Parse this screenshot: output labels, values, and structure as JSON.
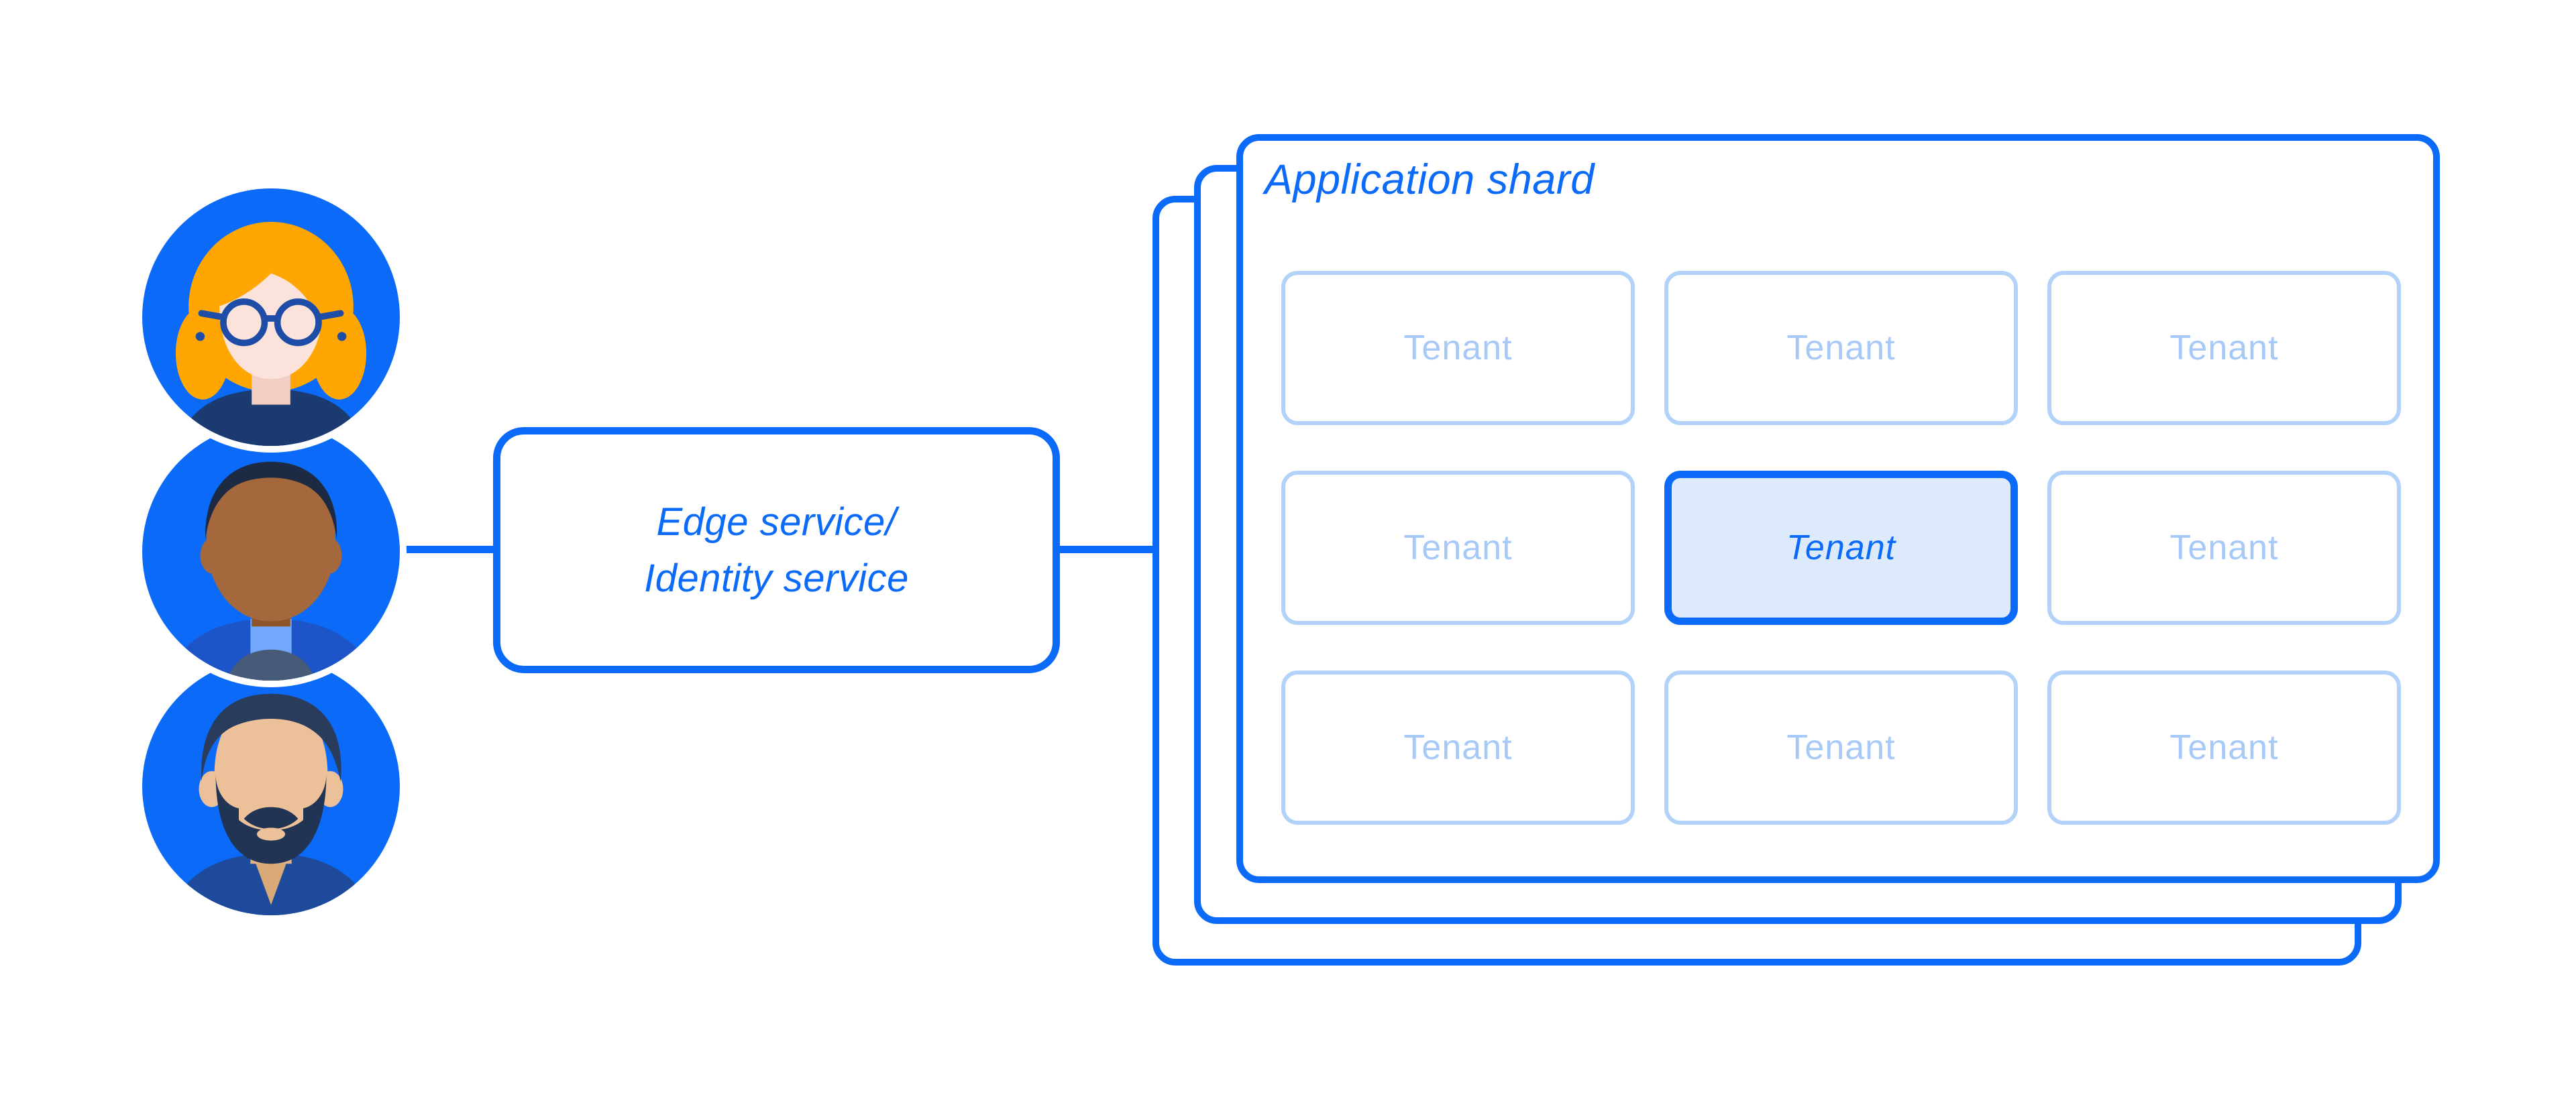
{
  "colors": {
    "blue": "#0b6bf8",
    "light_border": "#b3d2f9",
    "light_text": "#a7c9f8",
    "highlight_fill": "#dceafb",
    "background": "#ffffff"
  },
  "users": [
    {
      "icon": "woman-orange-hair-glasses-avatar"
    },
    {
      "icon": "man-short-hair-avatar"
    },
    {
      "icon": "man-beard-avatar"
    }
  ],
  "edge_box": {
    "line1": "Edge service/",
    "line2": "Identity service"
  },
  "shard": {
    "title": "Application shard",
    "stack_layers": 3,
    "tenants": [
      {
        "label": "Tenant",
        "highlighted": false
      },
      {
        "label": "Tenant",
        "highlighted": false
      },
      {
        "label": "Tenant",
        "highlighted": false
      },
      {
        "label": "Tenant",
        "highlighted": false
      },
      {
        "label": "Tenant",
        "highlighted": true
      },
      {
        "label": "Tenant",
        "highlighted": false
      },
      {
        "label": "Tenant",
        "highlighted": false
      },
      {
        "label": "Tenant",
        "highlighted": false
      },
      {
        "label": "Tenant",
        "highlighted": false
      }
    ]
  }
}
